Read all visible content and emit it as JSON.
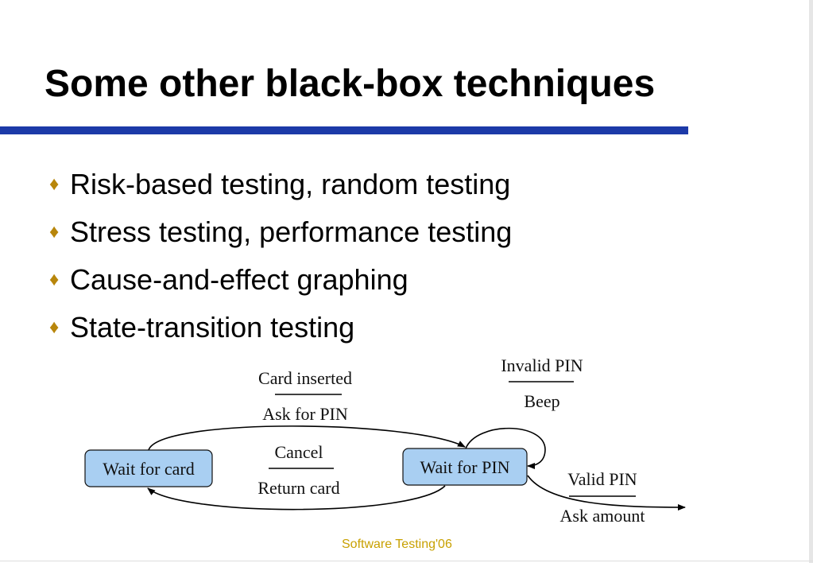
{
  "slide": {
    "title": "Some other black-box techniques",
    "accent_color": "#1c3aa8",
    "bullet_icon": "diamond-icon",
    "bullet_glyph": "♦",
    "bullet_color": "#b8860b",
    "bullets": [
      "Risk-based testing, random testing",
      "Stress testing, performance testing",
      "Cause-and-effect graphing",
      "State-transition testing"
    ],
    "footer": "Software Testing'06",
    "footer_color": "#c8a000"
  },
  "diagram": {
    "state_fill": "#a9cff2",
    "states": [
      "Wait for card",
      "Wait for PIN"
    ],
    "transitions": [
      {
        "event": "Card inserted",
        "action": "Ask for PIN"
      },
      {
        "event": "Cancel",
        "action": "Return card"
      },
      {
        "event": "Invalid PIN",
        "action": "Beep"
      },
      {
        "event": "Valid PIN",
        "action": "Ask amount"
      }
    ]
  }
}
